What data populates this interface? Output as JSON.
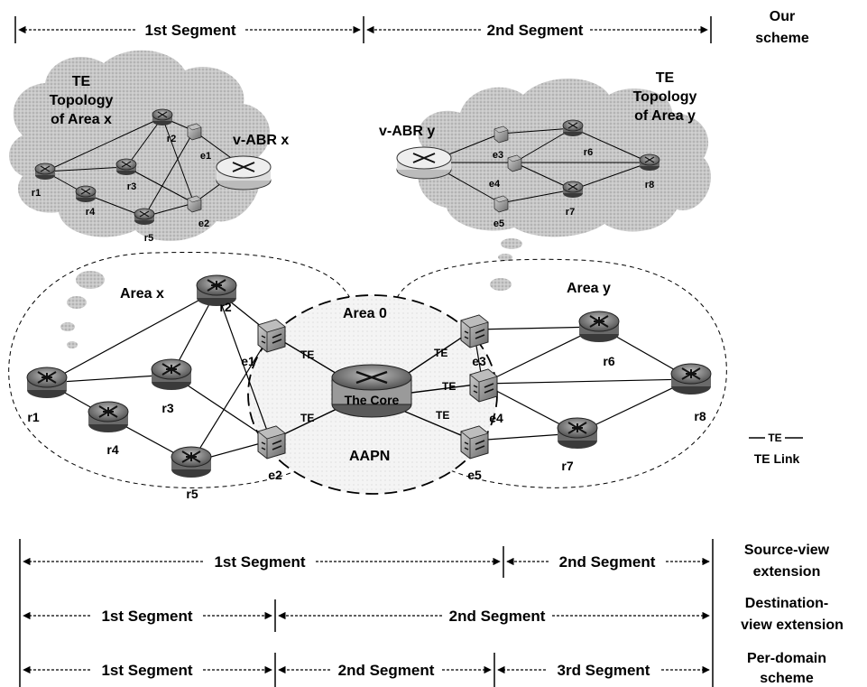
{
  "top_scale": {
    "seg1": "1st Segment",
    "seg2": "2nd Segment",
    "label_line1": "Our",
    "label_line2": "scheme"
  },
  "cloud_x": {
    "title_line1": "TE",
    "title_line2": "Topology",
    "title_line3": "of Area x",
    "vabr_label": "v-ABR x",
    "routers": [
      "r1",
      "r2",
      "r3",
      "r4",
      "r5"
    ],
    "edges": [
      "e1",
      "e2"
    ]
  },
  "cloud_y": {
    "title_line1": "TE",
    "title_line2": "Topology",
    "title_line3": "of Area y",
    "vabr_label": "v-ABR y",
    "routers": [
      "r6",
      "r7",
      "r8"
    ],
    "edges": [
      "e3",
      "e4",
      "e5"
    ]
  },
  "areas": {
    "area_x": "Area x",
    "area_0": "Area 0",
    "area_y": "Area y",
    "aapn": "AAPN"
  },
  "core_label": "The Core",
  "te_label": "TE",
  "legend": {
    "line_label": "TE",
    "caption": "TE Link"
  },
  "bottom_rows": [
    {
      "label_line1": "Source-view",
      "label_line2": "extension",
      "segments": [
        "1st Segment",
        "2nd Segment"
      ]
    },
    {
      "label_line1": "Destination-",
      "label_line2": "view extension",
      "segments": [
        "1st Segment",
        "2nd Segment"
      ]
    },
    {
      "label_line1": "Per-domain",
      "label_line2": "scheme",
      "segments": [
        "1st Segment",
        "2nd Segment",
        "3rd Segment"
      ]
    }
  ]
}
